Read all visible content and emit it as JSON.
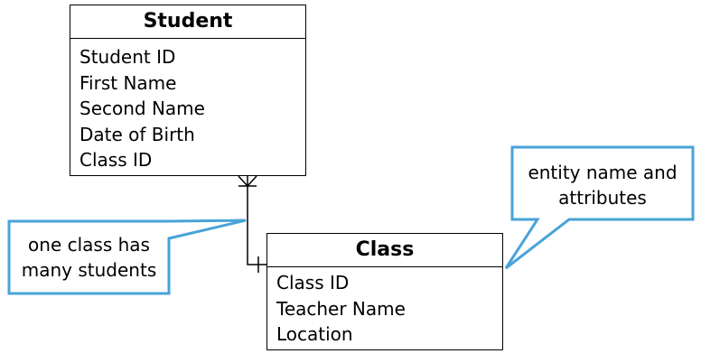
{
  "entities": {
    "student": {
      "title": "Student",
      "attributes": [
        "Student ID",
        "First Name",
        "Second Name",
        "Date of Birth",
        "Class ID"
      ]
    },
    "class": {
      "title": "Class",
      "attributes": [
        "Class ID",
        "Teacher Name",
        "Location"
      ]
    }
  },
  "callouts": {
    "relationship": {
      "line1": "one class has",
      "line2": "many students"
    },
    "entity": {
      "line1": "entity name and",
      "line2": "attributes"
    }
  },
  "colors": {
    "callout_border": "#4aa3d8",
    "line": "#000000"
  }
}
